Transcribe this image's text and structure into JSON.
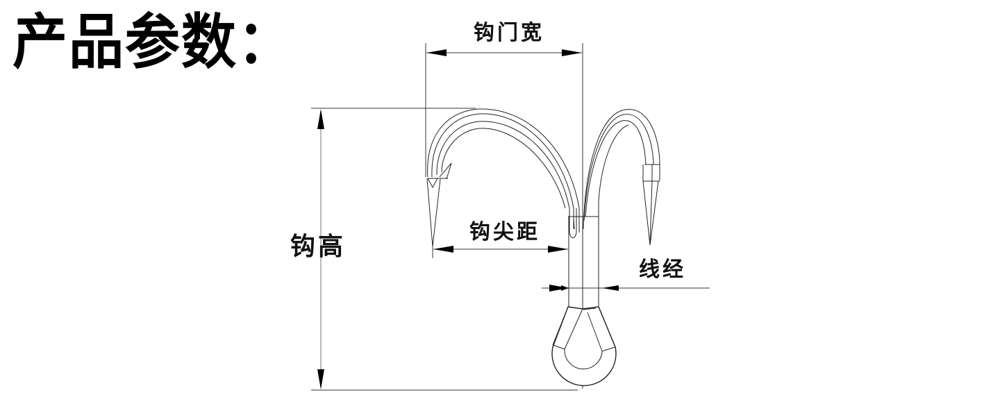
{
  "title": "产品参数：",
  "diagram": {
    "subject": "treble fishing hook",
    "dimensions": {
      "gap_width": "钩门宽",
      "point_distance": "钩尖距",
      "hook_height": "钩高",
      "wire_diameter": "线经"
    }
  }
}
